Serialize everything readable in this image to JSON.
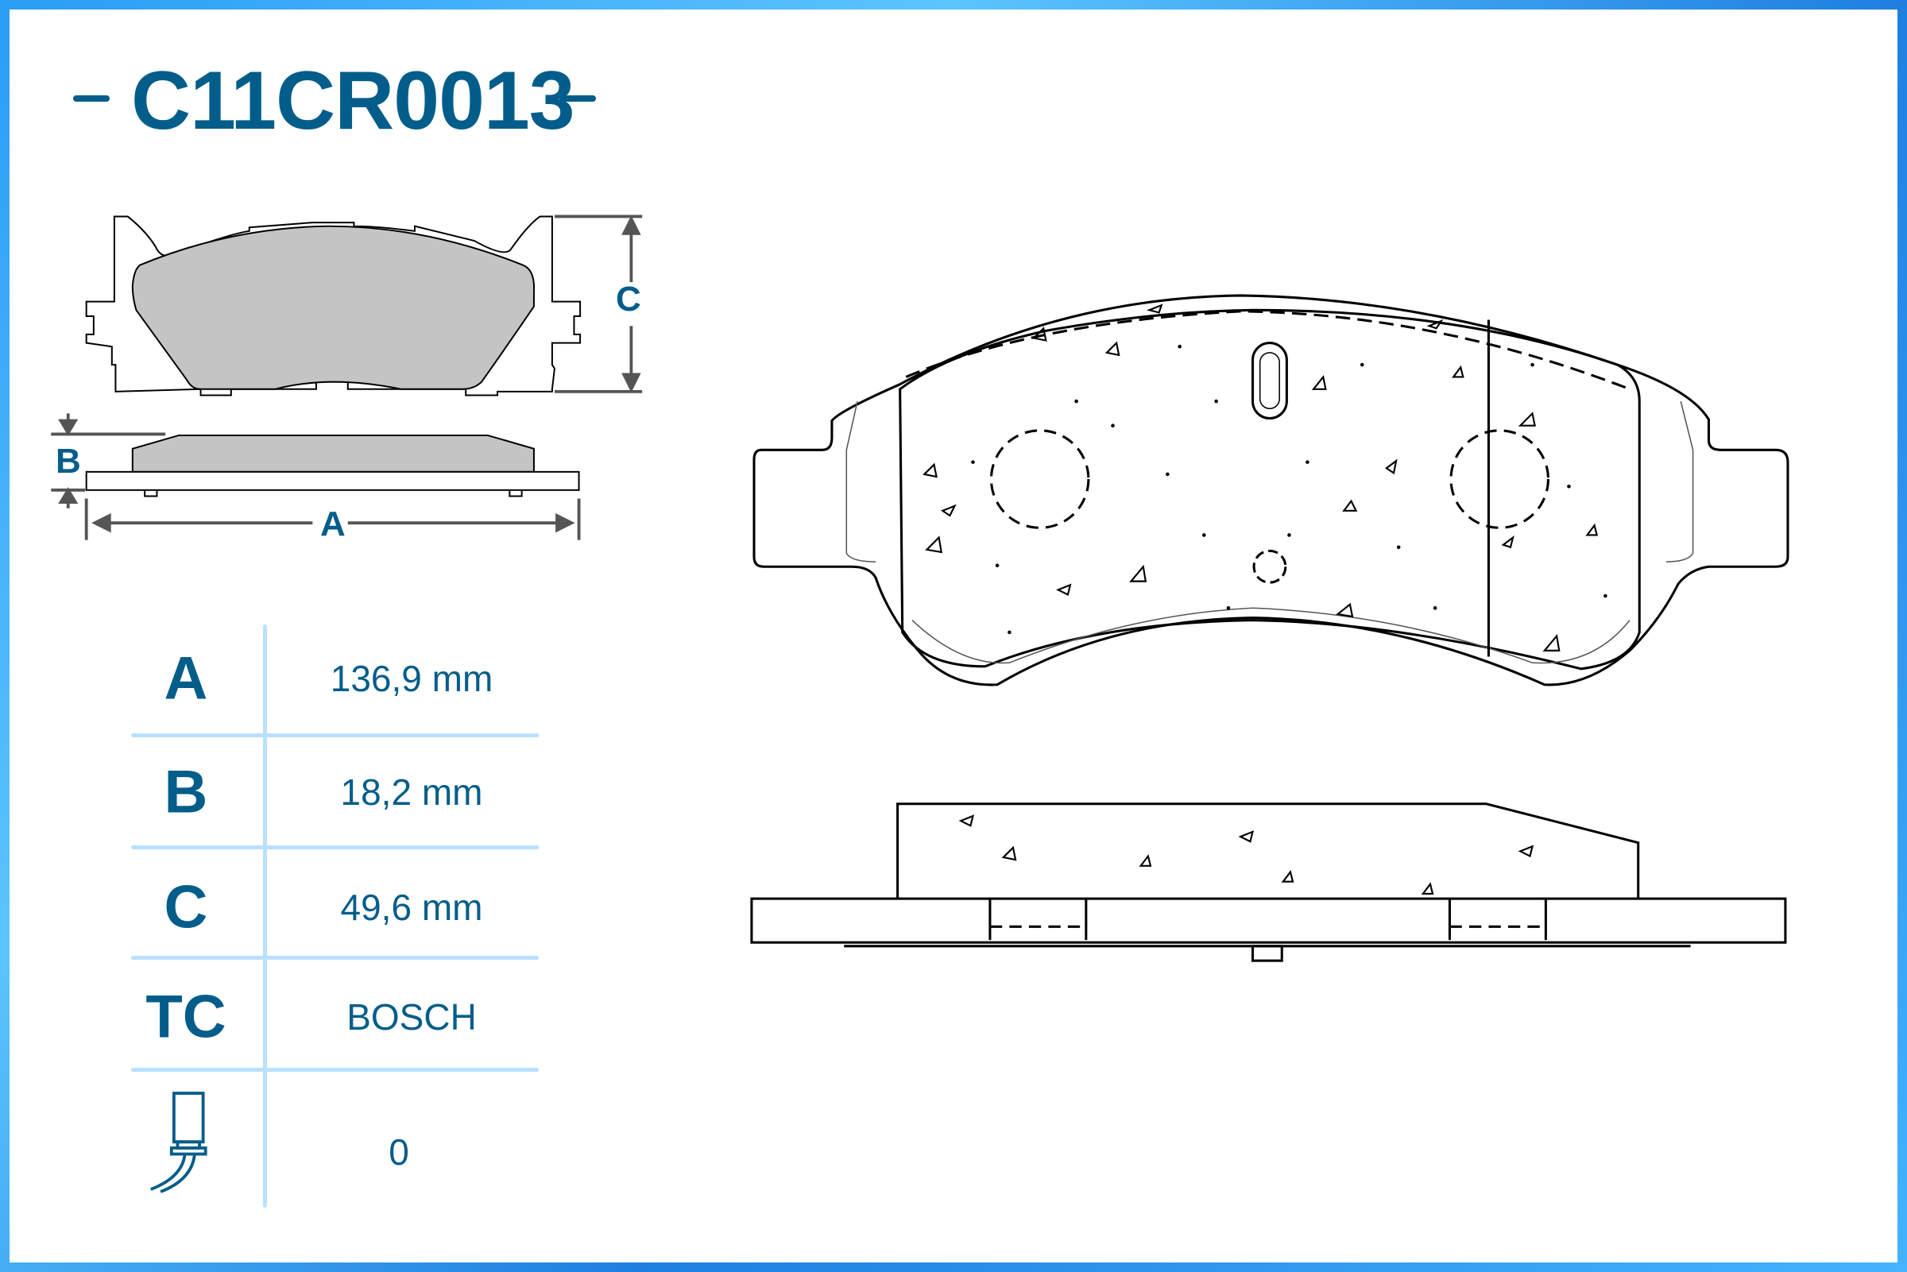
{
  "title": "C11CR0013",
  "dimension_labels": {
    "a": "A",
    "b": "B",
    "c": "C"
  },
  "specs": [
    {
      "label": "A",
      "value": "136,9 mm"
    },
    {
      "label": "B",
      "value": "18,2 mm"
    },
    {
      "label": "C",
      "value": "49,6 mm"
    },
    {
      "label": "TC",
      "value": "BOSCH"
    },
    {
      "icon": "wear-sensor-icon",
      "value": "0"
    }
  ],
  "colors": {
    "accent": "#035d8a",
    "table_lines": "#b9e0ff",
    "pad_fill": "#c4c4c4"
  }
}
